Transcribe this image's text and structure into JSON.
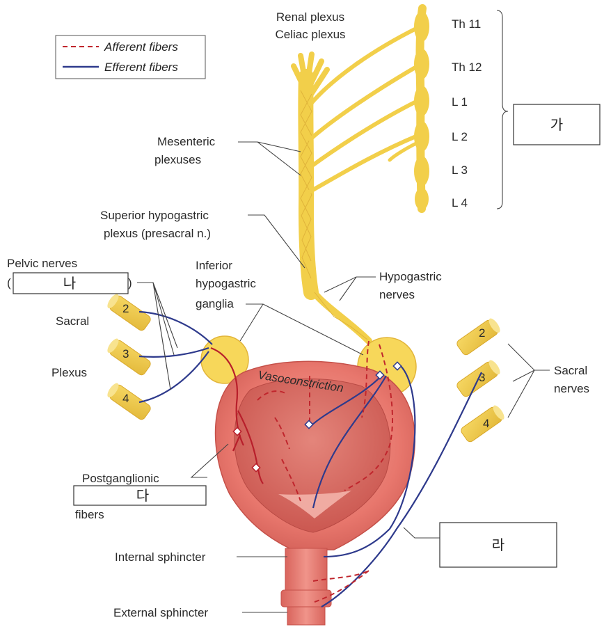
{
  "legend": {
    "afferent": "Afferent fibers",
    "efferent": "Efferent fibers",
    "afferent_color": "#c0262d",
    "efferent_color": "#2e3a8c"
  },
  "spinal_segments": [
    "Th 11",
    "Th 12",
    "L 1",
    "L 2",
    "L 3",
    "L 4"
  ],
  "labels": {
    "renal_plexus": "Renal plexus",
    "celiac_plexus": "Celiac plexus",
    "mesenteric_1": "Mesenteric",
    "mesenteric_2": "plexuses",
    "superior_hypo_1": "Superior hypogastric",
    "superior_hypo_2": "plexus (presacral n.)",
    "pelvic_nerves": "Pelvic nerves",
    "pelvic_paren_open": "(",
    "pelvic_paren_close": ")",
    "inferior_hypo_1": "Inferior",
    "inferior_hypo_2": "hypogastric",
    "inferior_hypo_3": "ganglia",
    "hypogastric_1": "Hypogastric",
    "hypogastric_2": "nerves",
    "sacral_left": "Sacral",
    "plexus_left": "Plexus",
    "sacral_nerves_1": "Sacral",
    "sacral_nerves_2": "nerves",
    "vasoconstriction": "Vasoconstriction",
    "postganglionic": "Postganglionic",
    "fibers": "fibers",
    "internal_sphincter": "Internal sphincter",
    "external_sphincter": "External sphincter"
  },
  "sacral_left_numbers": [
    "2",
    "3",
    "4"
  ],
  "sacral_right_numbers": [
    "2",
    "3",
    "4"
  ],
  "boxes": {
    "ga": "가",
    "na": "나",
    "da": "다",
    "ra": "라"
  },
  "colors": {
    "nerve_yellow": "#f2cf4a",
    "bladder_pink": "#e87d74",
    "bladder_inner": "#d9665f"
  }
}
